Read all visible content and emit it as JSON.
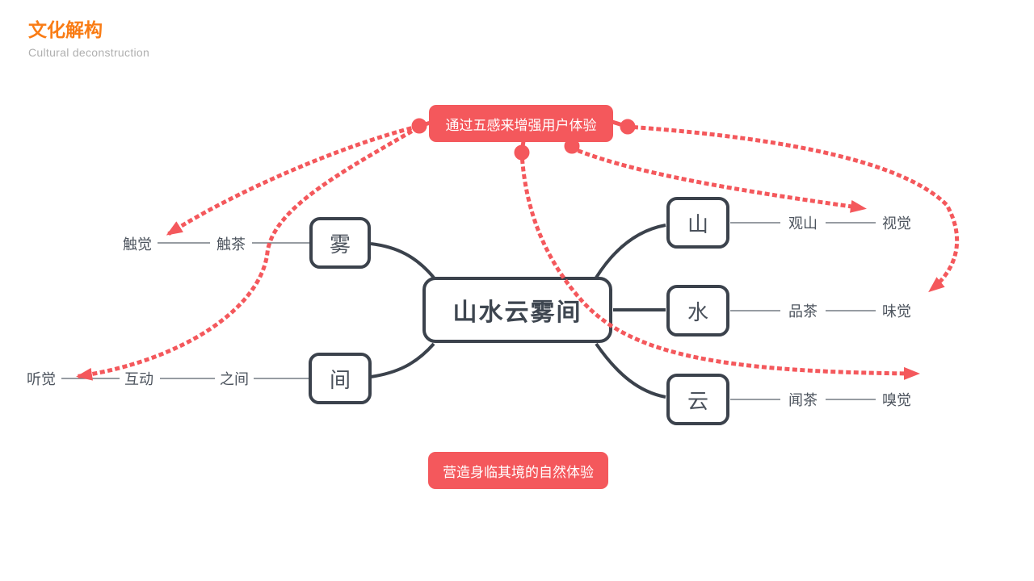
{
  "header": {
    "title": "文化解构",
    "subtitle": "Cultural deconstruction"
  },
  "top_banner": {
    "text": "通过五感来增强用户体验"
  },
  "bottom_banner": {
    "text": "营造身临其境的自然体验"
  },
  "mindmap": {
    "center": {
      "label": "山水云雾间"
    },
    "branches": {
      "fog": {
        "node": "雾",
        "mid": "触茶",
        "sense": "触觉"
      },
      "between": {
        "node": "间",
        "mid": "之间",
        "mid2": "互动",
        "sense": "听觉"
      },
      "mountain": {
        "node": "山",
        "mid": "观山",
        "sense": "视觉"
      },
      "water": {
        "node": "水",
        "mid": "品茶",
        "sense": "味觉"
      },
      "cloud": {
        "node": "云",
        "mid": "闻茶",
        "sense": "嗅觉"
      }
    }
  },
  "colors": {
    "accent_red": "#F4585C",
    "node_outline": "#3B424C",
    "title_orange": "#F97C15",
    "label_gray": "#4D545E",
    "line_gray": "#757B83"
  }
}
